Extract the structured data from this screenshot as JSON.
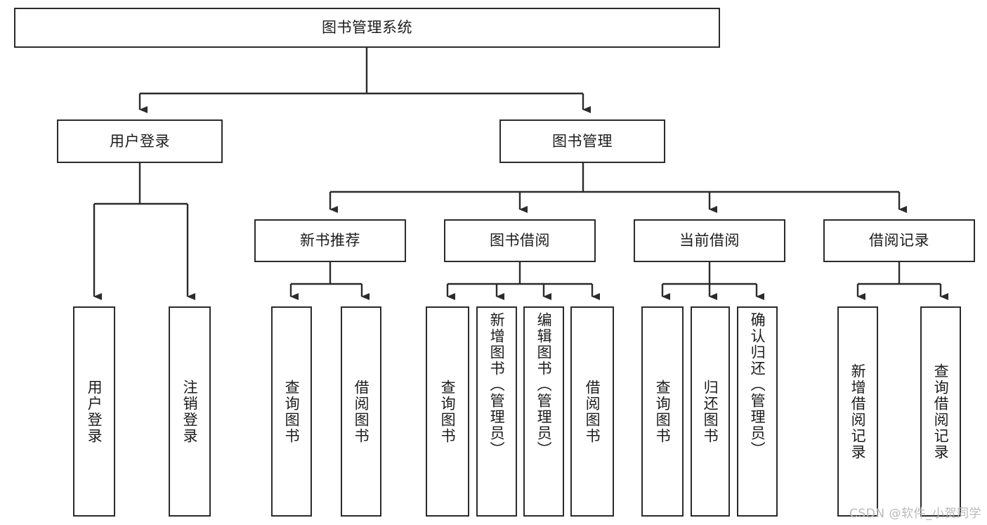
{
  "diagram": {
    "title": "图书管理系统",
    "watermark": "CSDN @软件_小贺同学",
    "type": "tree-hierarchy-diagram",
    "levels": 4,
    "root": {
      "label": "图书管理系统"
    },
    "level2": [
      {
        "label": "用户登录"
      },
      {
        "label": "图书管理"
      }
    ],
    "level3": [
      {
        "label": "新书推荐",
        "parent": "图书管理"
      },
      {
        "label": "图书借阅",
        "parent": "图书管理"
      },
      {
        "label": "当前借阅",
        "parent": "图书管理"
      },
      {
        "label": "借阅记录",
        "parent": "图书管理"
      }
    ],
    "leaves": {
      "user_login": [
        {
          "label": "用户登录"
        },
        {
          "label": "注销登录"
        }
      ],
      "new_book_recommend": [
        {
          "label": "查询图书"
        },
        {
          "label": "借阅图书"
        }
      ],
      "book_borrow": [
        {
          "label": "查询图书"
        },
        {
          "label": "新增图书（管理员）"
        },
        {
          "label": "编辑图书（管理员）"
        },
        {
          "label": "借阅图书"
        }
      ],
      "current_borrow": [
        {
          "label": "查询图书"
        },
        {
          "label": "归还图书"
        },
        {
          "label": "确认归还（管理员）"
        }
      ],
      "borrow_record": [
        {
          "label": "新增借阅记录"
        },
        {
          "label": "查询借阅记录"
        }
      ]
    },
    "colors": {
      "border": "#2b2b2b",
      "background": "#ffffff",
      "text": "#1c1c1c",
      "watermark": "#b9b9b9"
    }
  }
}
